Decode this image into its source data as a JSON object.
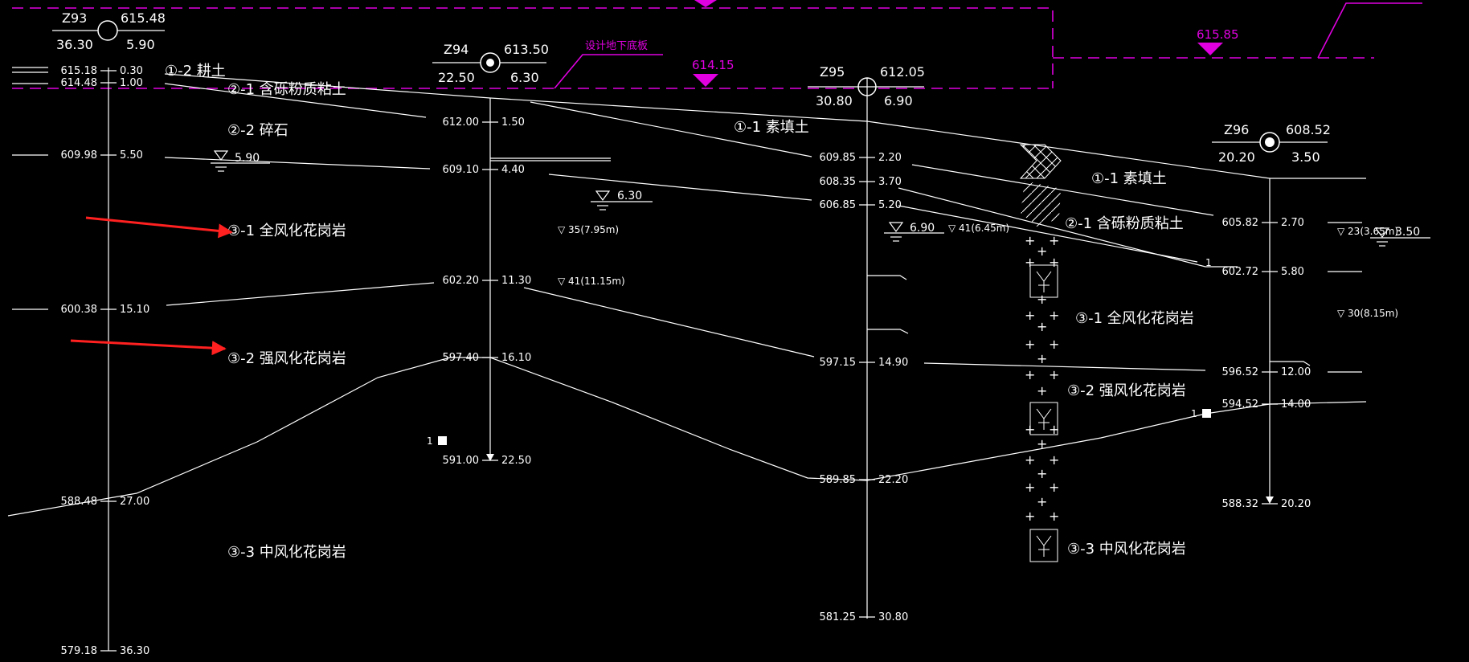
{
  "colors": {
    "background": "#000000",
    "lines": "#ffffff",
    "design": "#e000e0",
    "arrow": "#ff2020"
  },
  "boreholes": [
    {
      "id": "Z93",
      "elev": "615.48",
      "depth": "36.30",
      "water": "5.90"
    },
    {
      "id": "Z94",
      "elev": "613.50",
      "depth": "22.50",
      "water": "6.30"
    },
    {
      "id": "Z95",
      "elev": "612.05",
      "depth": "30.80",
      "water": "6.90"
    },
    {
      "id": "Z96",
      "elev": "608.52",
      "depth": "20.20",
      "water": "3.50"
    }
  ],
  "design": {
    "label": "设计地下底板",
    "levels": [
      "614.15",
      "615.85"
    ]
  },
  "layers": {
    "l1_2": "①-2 耕土",
    "l2_1": "②-1 含砾粉质粘土",
    "l2_2": "②-2 碎石",
    "l3_1": "③-1 全风化花岗岩",
    "l3_2": "③-2 强风化花岗岩",
    "l3_3": "③-3 中风化花岗岩",
    "l1_1": "①-1 素填土"
  },
  "water_labels": {
    "z93": "5.90",
    "z94": "6.30",
    "z95": "6.90",
    "z96": "3.50",
    "t94_a": "▽ 35(7.95m)",
    "t94_b": "▽ 41(11.15m)",
    "t95": "▽ 41(6.45m)",
    "t96_a": "▽ 23(3.65m)",
    "t96_b": "▽ 30(8.15m)"
  },
  "marks": {
    "one": "1"
  },
  "ticks": {
    "z93": [
      {
        "elev": "615.18",
        "depth": "0.30"
      },
      {
        "elev": "614.48",
        "depth": "1.00"
      },
      {
        "elev": "609.98",
        "depth": "5.50"
      },
      {
        "elev": "600.38",
        "depth": "15.10"
      },
      {
        "elev": "588.48",
        "depth": "27.00"
      },
      {
        "elev": "579.18",
        "depth": "36.30"
      }
    ],
    "z94": [
      {
        "elev": "612.00",
        "depth": "1.50"
      },
      {
        "elev": "609.10",
        "depth": "4.40"
      },
      {
        "elev": "602.20",
        "depth": "11.30"
      },
      {
        "elev": "597.40",
        "depth": "16.10"
      },
      {
        "elev": "591.00",
        "depth": "22.50"
      }
    ],
    "z95": [
      {
        "elev": "609.85",
        "depth": "2.20"
      },
      {
        "elev": "608.35",
        "depth": "3.70"
      },
      {
        "elev": "606.85",
        "depth": "5.20"
      },
      {
        "elev": "597.15",
        "depth": "14.90"
      },
      {
        "elev": "589.85",
        "depth": "22.20"
      },
      {
        "elev": "581.25",
        "depth": "30.80"
      }
    ],
    "z96": [
      {
        "elev": "605.82",
        "depth": "2.70"
      },
      {
        "elev": "602.72",
        "depth": "5.80"
      },
      {
        "elev": "596.52",
        "depth": "12.00"
      },
      {
        "elev": "594.52",
        "depth": "14.00"
      },
      {
        "elev": "588.32",
        "depth": "20.20"
      }
    ]
  }
}
